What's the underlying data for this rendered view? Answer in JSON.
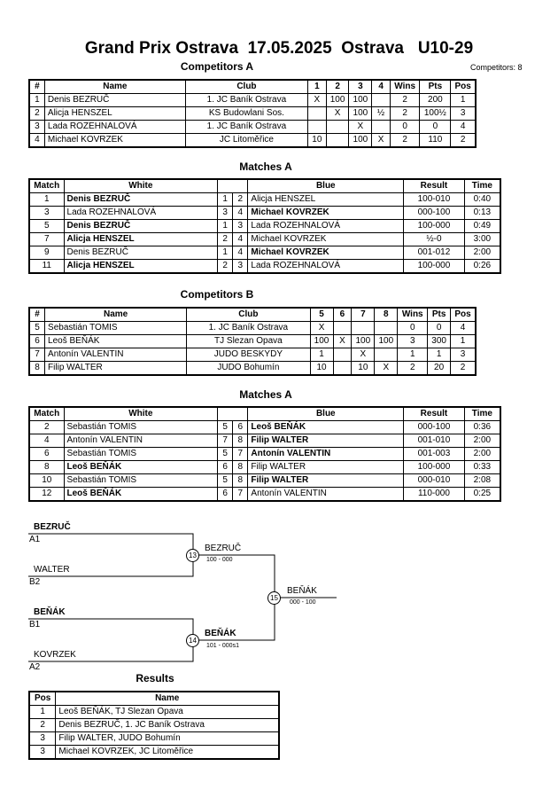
{
  "title": "Grand Prix Ostrava  17.05.2025  Ostrava   U10-29",
  "competitors_count": "Competitors: 8",
  "competitors_a": {
    "heading": "Competitors A",
    "headers": [
      "#",
      "Name",
      "Club",
      "1",
      "2",
      "3",
      "4",
      "Wins",
      "Pts",
      "Pos"
    ],
    "rows": [
      [
        "1",
        "Denis BEZRUČ",
        "1. JC Baník Ostrava",
        "X",
        "100",
        "100",
        "",
        "2",
        "200",
        "1"
      ],
      [
        "2",
        "Alicja HENSZEL",
        "KS Budowlani Sos.",
        "",
        "X",
        "100",
        "½",
        "2",
        "100½",
        "3"
      ],
      [
        "3",
        "Lada ROZEHNALOVÁ",
        "1. JC Baník Ostrava",
        "",
        "",
        "X",
        "",
        "0",
        "0",
        "4"
      ],
      [
        "4",
        "Michael KOVRZEK",
        "JC Litoměřice",
        "10",
        "",
        "100",
        "X",
        "2",
        "110",
        "2"
      ]
    ]
  },
  "matches_a": {
    "heading": "Matches A",
    "headers": [
      "Match",
      "White",
      "",
      "",
      "Blue",
      "Result",
      "Time"
    ],
    "rows": [
      [
        "1",
        "Denis BEZRUČ",
        "1",
        "2",
        "Alicja HENSZEL",
        "100-010",
        "0:40",
        "white"
      ],
      [
        "3",
        "Lada ROZEHNALOVÁ",
        "3",
        "4",
        "Michael KOVRZEK",
        "000-100",
        "0:13",
        "blue"
      ],
      [
        "5",
        "Denis BEZRUČ",
        "1",
        "3",
        "Lada ROZEHNALOVÁ",
        "100-000",
        "0:49",
        "white"
      ],
      [
        "7",
        "Alicja HENSZEL",
        "2",
        "4",
        "Michael KOVRZEK",
        "½-0",
        "3:00",
        "white"
      ],
      [
        "9",
        "Denis BEZRUČ",
        "1",
        "4",
        "Michael KOVRZEK",
        "001-012",
        "2:00",
        "blue"
      ],
      [
        "11",
        "Alicja HENSZEL",
        "2",
        "3",
        "Lada ROZEHNALOVÁ",
        "100-000",
        "0:26",
        "white"
      ]
    ]
  },
  "competitors_b": {
    "heading": "Competitors B",
    "headers": [
      "#",
      "Name",
      "Club",
      "5",
      "6",
      "7",
      "8",
      "Wins",
      "Pts",
      "Pos"
    ],
    "rows": [
      [
        "5",
        "Sebastián TOMIS",
        "1. JC Baník Ostrava",
        "X",
        "",
        "",
        "",
        "0",
        "0",
        "4"
      ],
      [
        "6",
        "Leoš BEŇÁK",
        "TJ Slezan Opava",
        "100",
        "X",
        "100",
        "100",
        "3",
        "300",
        "1"
      ],
      [
        "7",
        "Antonín VALENTIN",
        "JUDO BESKYDY",
        "1",
        "",
        "X",
        "",
        "1",
        "1",
        "3"
      ],
      [
        "8",
        "Filip WALTER",
        "JUDO Bohumín",
        "10",
        "",
        "10",
        "X",
        "2",
        "20",
        "2"
      ]
    ]
  },
  "matches_b": {
    "heading": "Matches A",
    "headers": [
      "Match",
      "White",
      "",
      "",
      "Blue",
      "Result",
      "Time"
    ],
    "rows": [
      [
        "2",
        "Sebastián TOMIS",
        "5",
        "6",
        "Leoš BEŇÁK",
        "000-100",
        "0:36",
        "blue"
      ],
      [
        "4",
        "Antonín VALENTIN",
        "7",
        "8",
        "Filip WALTER",
        "001-010",
        "2:00",
        "blue"
      ],
      [
        "6",
        "Sebastián TOMIS",
        "5",
        "7",
        "Antonín VALENTIN",
        "001-003",
        "2:00",
        "blue"
      ],
      [
        "8",
        "Leoš BEŇÁK",
        "6",
        "8",
        "Filip WALTER",
        "100-000",
        "0:33",
        "white"
      ],
      [
        "10",
        "Sebastián TOMIS",
        "5",
        "8",
        "Filip WALTER",
        "000-010",
        "2:08",
        "blue"
      ],
      [
        "12",
        "Leoš BEŇÁK",
        "6",
        "7",
        "Antonín VALENTIN",
        "110-000",
        "0:25",
        "white"
      ]
    ]
  },
  "bracket": {
    "sf1_top_name": "BEZRUČ",
    "sf1_top_seed": "A1",
    "sf1_bottom_name": "WALTER",
    "sf1_bottom_seed": "B2",
    "sf1_match": "13",
    "sf1_winner": "BEZRUČ",
    "sf1_score": "100 - 000",
    "sf2_top_name": "BEŇÁK",
    "sf2_top_seed": "B1",
    "sf2_bottom_name": "KOVRZEK",
    "sf2_bottom_seed": "A2",
    "sf2_match": "14",
    "sf2_winner": "BEŇÁK",
    "sf2_score": "101 - 000s1",
    "final_match": "15",
    "final_winner": "BEŇÁK",
    "final_score": "000 - 100"
  },
  "results": {
    "heading": "Results",
    "headers": [
      "Pos",
      "Name"
    ],
    "rows": [
      [
        "1",
        "Leoš BEŇÁK, TJ Slezan Opava"
      ],
      [
        "2",
        "Denis BEZRUČ, 1. JC Baník Ostrava"
      ],
      [
        "3",
        "Filip WALTER, JUDO Bohumín"
      ],
      [
        "3",
        "Michael KOVRZEK, JC Litoměřice"
      ]
    ]
  }
}
